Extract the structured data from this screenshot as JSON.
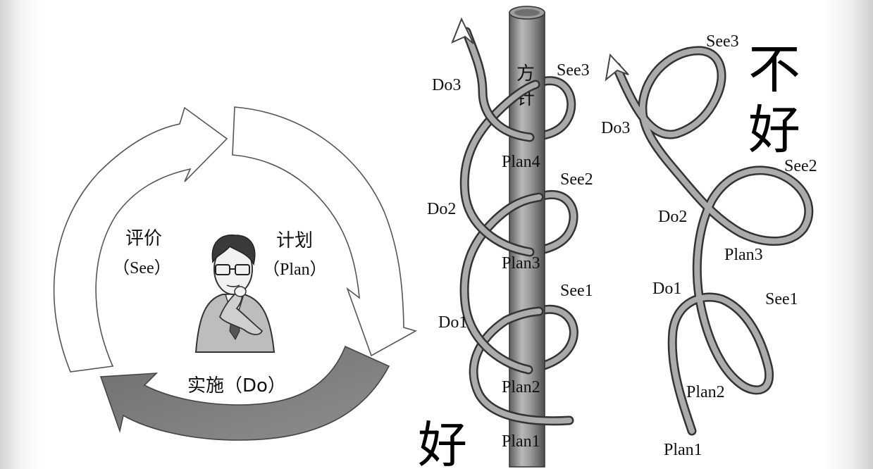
{
  "cycle": {
    "evaluate_label": "评价",
    "evaluate_en": "（See）",
    "plan_label": "计划",
    "plan_en": "（Plan）",
    "do_label": "实施（Do）"
  },
  "good_spiral": {
    "pole_text": [
      "方",
      "针"
    ],
    "labels": {
      "do3": "Do3",
      "see3": "See3",
      "plan4": "Plan4",
      "see2": "See2",
      "do2": "Do2",
      "plan3": "Plan3",
      "see1": "See1",
      "do1": "Do1",
      "plan2": "Plan2",
      "plan1": "Plan1"
    },
    "verdict": "好"
  },
  "bad_spiral": {
    "labels": {
      "see3": "See3",
      "do3": "Do3",
      "see2": "See2",
      "do2": "Do2",
      "plan3": "Plan3",
      "do1": "Do1",
      "see1": "See1",
      "plan2": "Plan2",
      "plan1": "Plan1"
    },
    "verdict": [
      "不",
      "好"
    ]
  },
  "colors": {
    "arrow_outline": "#555555",
    "do_arrow_fill": "#7a7a7a",
    "pole_body": "#8c8c8c",
    "rope": "#8a8a8a"
  }
}
